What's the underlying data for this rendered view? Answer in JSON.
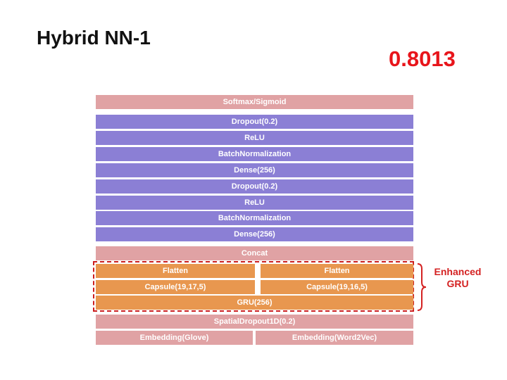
{
  "title": "Hybrid NN-1",
  "score": "0.8013",
  "annotation": {
    "line1": "Enhanced",
    "line2": "GRU"
  },
  "colors": {
    "pink": "#e0a2a4",
    "purple": "#8b7fd5",
    "orange": "#e8974f",
    "red": "#e8151b"
  },
  "layers": {
    "softmax": "Softmax/Sigmoid",
    "dropout_top": "Dropout(0.2)",
    "relu_top": "ReLU",
    "batchnorm_top": "BatchNormalization",
    "dense_top": "Dense(256)",
    "dropout_mid": "Dropout(0.2)",
    "relu_mid": "ReLU",
    "batchnorm_mid": "BatchNormalization",
    "dense_mid": "Dense(256)",
    "concat": "Concat",
    "flatten_left": "Flatten",
    "flatten_right": "Flatten",
    "capsule_left": "Capsule(19,17,5)",
    "capsule_right": "Capsule(19,16,5)",
    "gru": "GRU(256)",
    "spatial_dropout": "SpatialDropout1D(0.2)",
    "embedding_glove": "Embedding(Glove)",
    "embedding_word2vec": "Embedding(Word2Vec)"
  }
}
